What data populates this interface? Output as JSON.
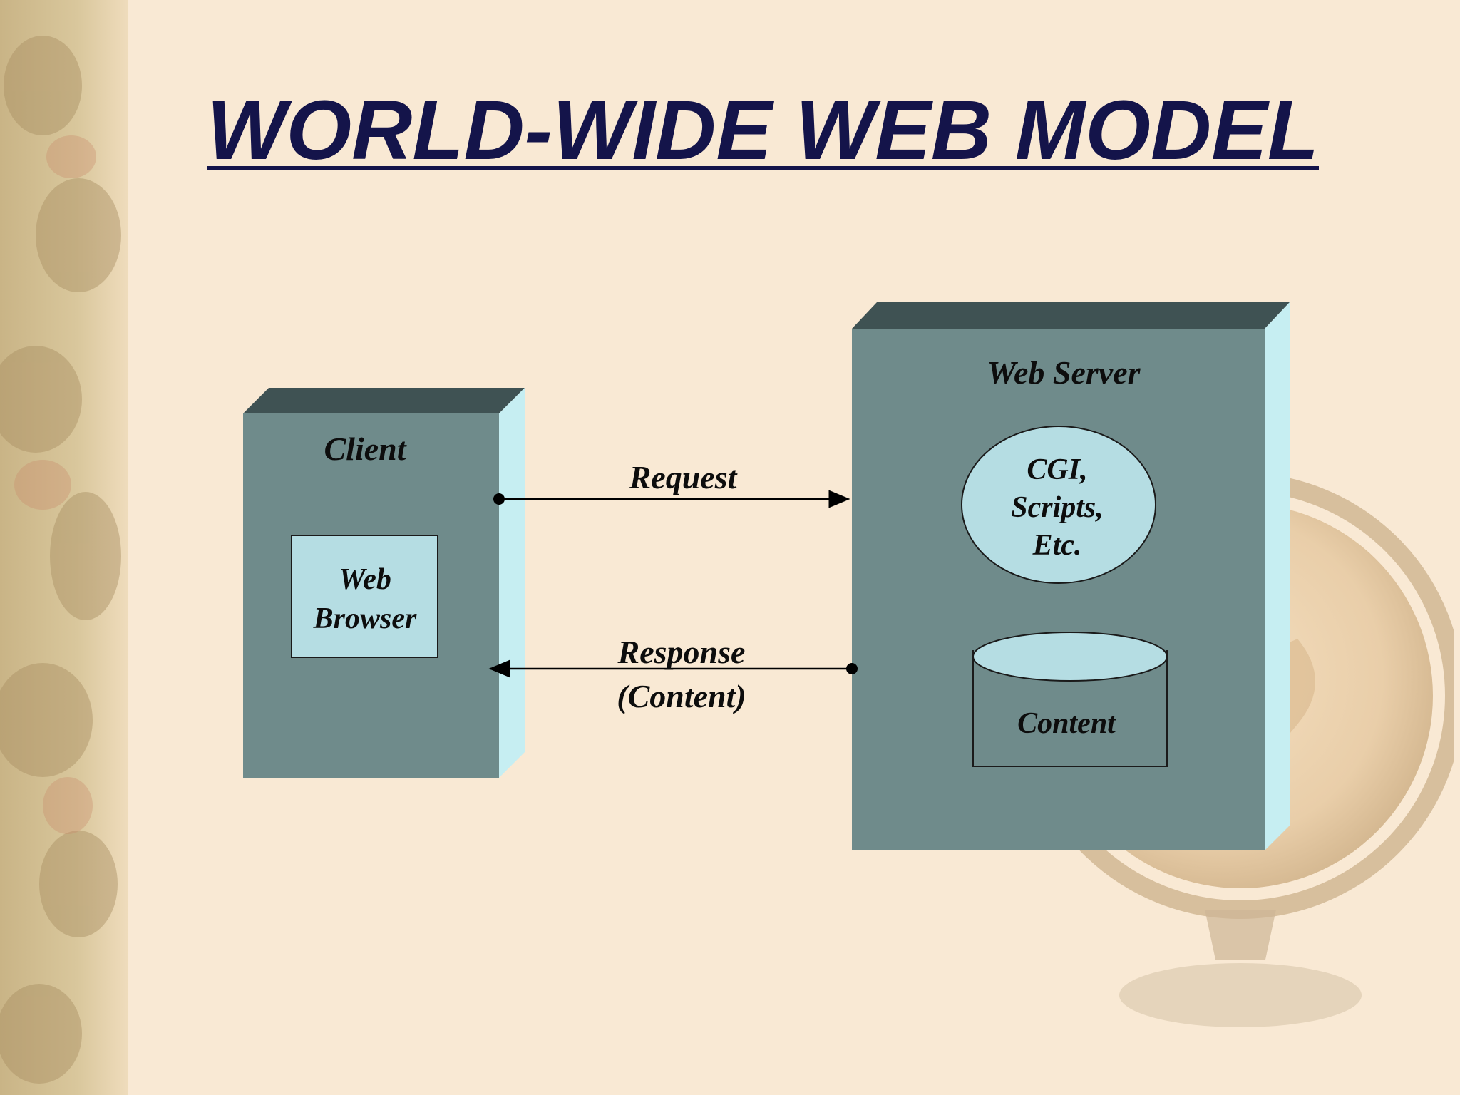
{
  "title": "WORLD-WIDE WEB MODEL",
  "client": {
    "label": "Client",
    "browser_line1": "Web",
    "browser_line2": "Browser"
  },
  "server": {
    "label": "Web Server",
    "cgi_line1": "CGI,",
    "cgi_line2": "Scripts,",
    "cgi_line3": "Etc.",
    "content": "Content"
  },
  "arrows": {
    "request": "Request",
    "response_line1": "Response",
    "response_line2": "(Content)"
  },
  "colors": {
    "background": "#f9e9d4",
    "box_front": "#6f8b8b",
    "box_top": "#3f5253",
    "box_side": "#c6eef2",
    "inner_fill": "#b5dde3",
    "title": "#14144a"
  }
}
